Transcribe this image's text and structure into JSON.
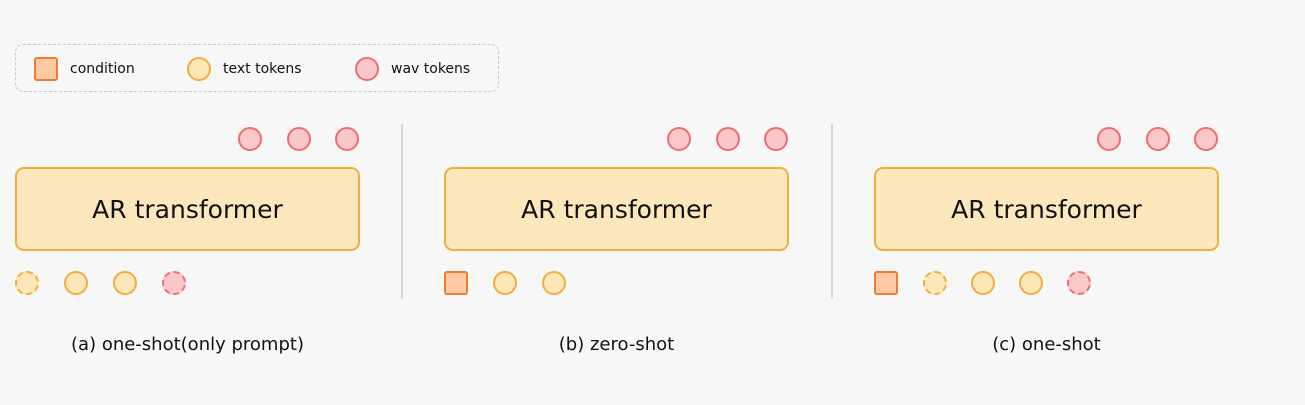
{
  "legend": {
    "items": [
      {
        "label": "condition",
        "icon": "square-swatch",
        "color": "#ffc9a3"
      },
      {
        "label": "text tokens",
        "icon": "circle-swatch",
        "color": "#fde7b8"
      },
      {
        "label": "wav tokens",
        "icon": "circle-swatch",
        "color": "#fbc8c9"
      }
    ]
  },
  "panels": [
    {
      "box_label": "AR transformer",
      "caption": "(a) one-shot(only prompt)",
      "outputs": [
        "wav",
        "wav",
        "wav"
      ],
      "inputs": [
        "text-dashed",
        "text",
        "text",
        "wav-dashed"
      ]
    },
    {
      "box_label": "AR transformer",
      "caption": "(b) zero-shot",
      "outputs": [
        "wav",
        "wav",
        "wav"
      ],
      "inputs": [
        "condition",
        "text",
        "text"
      ]
    },
    {
      "box_label": "AR transformer",
      "caption": "(c) one-shot",
      "outputs": [
        "wav",
        "wav",
        "wav"
      ],
      "inputs": [
        "condition",
        "text-dashed",
        "text",
        "text",
        "wav-dashed"
      ]
    }
  ],
  "colors": {
    "condition_fill": "#ffc9a3",
    "condition_stroke": "#ee7c35",
    "text_fill": "#fde7b8",
    "text_stroke": "#f2ad3c",
    "wav_fill": "#fbc8c9",
    "wav_stroke": "#ef6d71",
    "box_fill": "#fde8bd"
  }
}
